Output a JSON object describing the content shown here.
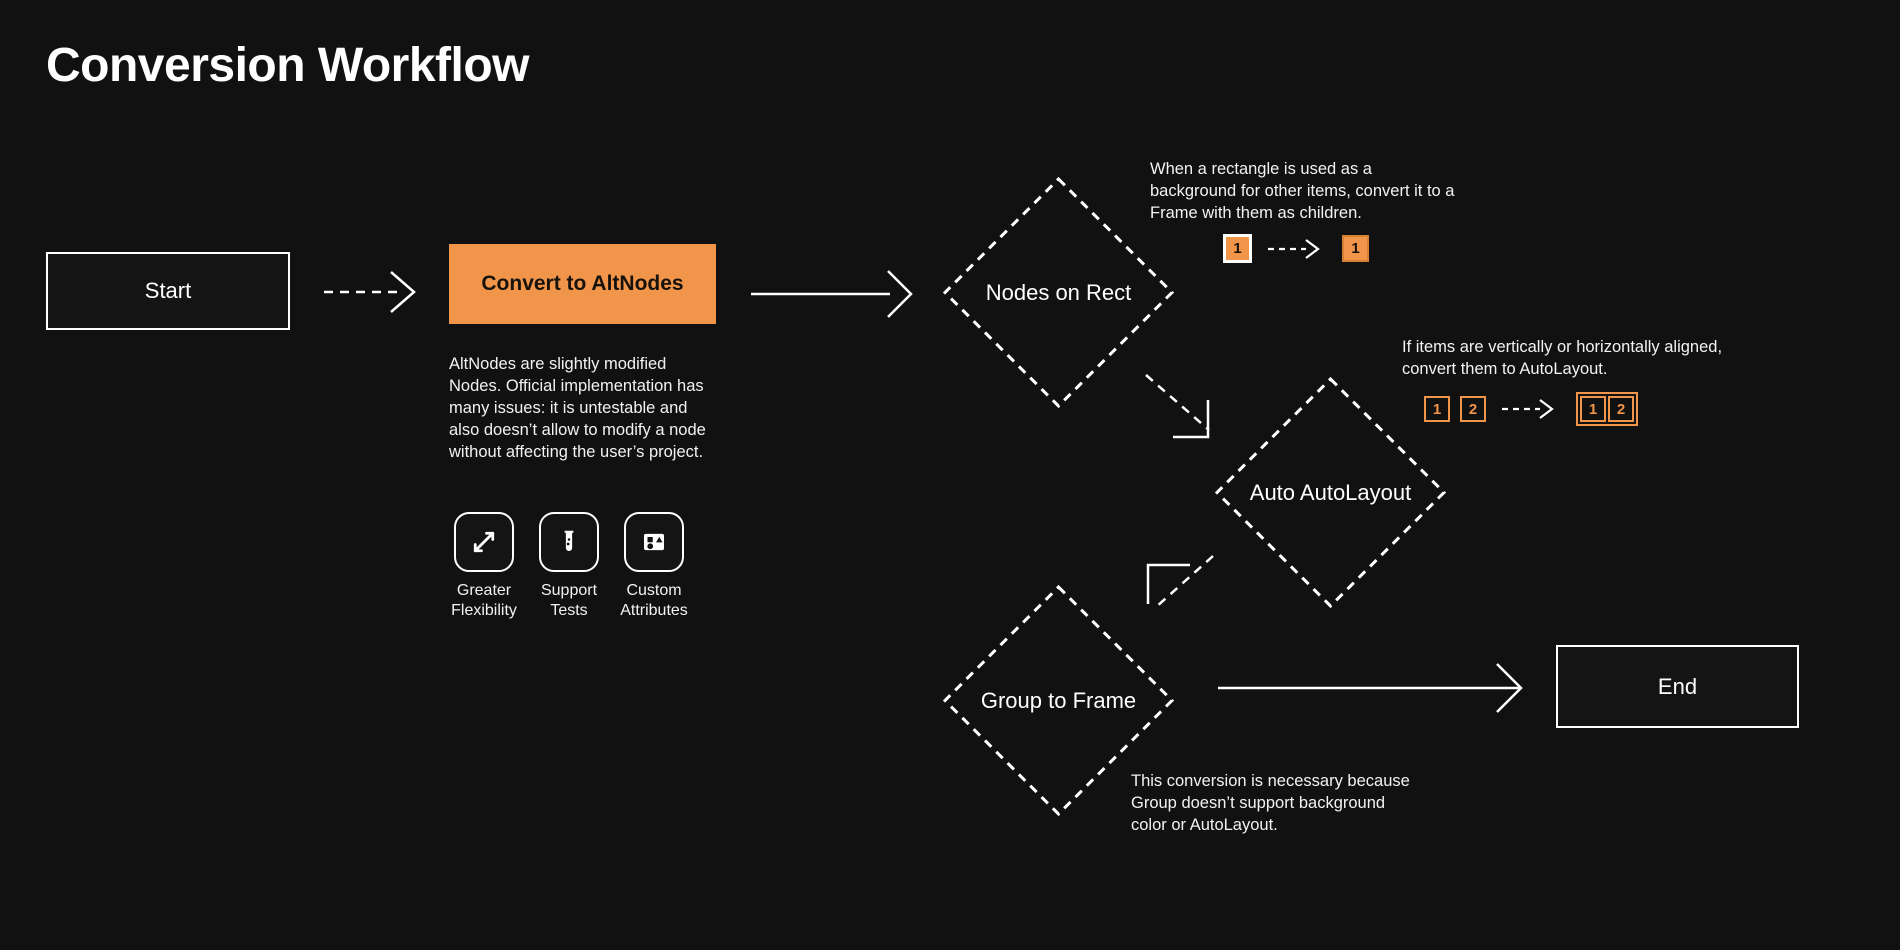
{
  "page": {
    "title": "Conversion Workflow",
    "background_color": "#111111",
    "accent_color": "#F0954A",
    "line_color": "#ffffff"
  },
  "nodes": {
    "start": {
      "label": "Start",
      "shape": "rectangle"
    },
    "convert": {
      "label": "Convert to AltNodes",
      "shape": "rectangle-filled"
    },
    "nodes_on_rect": {
      "label": "Nodes on Rect",
      "shape": "diamond"
    },
    "auto_autolayout": {
      "label": "Auto AutoLayout",
      "shape": "diamond"
    },
    "group_to_frame": {
      "label": "Group to Frame",
      "shape": "diamond"
    },
    "end": {
      "label": "End",
      "shape": "rectangle"
    }
  },
  "notes": {
    "altnodes": "AltNodes are slightly modified Nodes. Official implementation has many issues: it is untestable and also doesn’t allow to modify a node without affecting the user’s project.",
    "nodes_on_rect": "When a rectangle is used as a background for other items, convert it to a Frame with them as children.",
    "auto_autolayout": "If items are vertically or horizontally aligned, convert them to AutoLayout.",
    "group_to_frame": "This conversion is necessary because Group doesn’t support background color or AutoLayout."
  },
  "features": [
    {
      "icon": "expand-arrows-icon",
      "label": "Greater\nFlexibility"
    },
    {
      "icon": "test-tube-icon",
      "label": "Support\nTests"
    },
    {
      "icon": "shapes-icon",
      "label": "Custom\nAttributes"
    }
  ],
  "badge_diagrams": {
    "nodes_on_rect": {
      "before": [
        {
          "value": "1",
          "style": "filled-white-border"
        }
      ],
      "after": [
        {
          "value": "1",
          "style": "filled"
        }
      ],
      "arrow": "dashed"
    },
    "auto_autolayout": {
      "before": [
        {
          "value": "1",
          "style": "outline"
        },
        {
          "value": "2",
          "style": "outline"
        }
      ],
      "after": [
        {
          "value": "1",
          "style": "outline"
        },
        {
          "value": "2",
          "style": "outline"
        }
      ],
      "after_grouped": true,
      "arrow": "dashed"
    }
  },
  "connectors": [
    {
      "from": "start",
      "to": "convert",
      "style": "dashed"
    },
    {
      "from": "convert",
      "to": "nodes_on_rect",
      "style": "solid"
    },
    {
      "from": "nodes_on_rect",
      "to": "auto_autolayout",
      "style": "dashed-elbow"
    },
    {
      "from": "auto_autolayout",
      "to": "group_to_frame",
      "style": "dashed-elbow"
    },
    {
      "from": "group_to_frame",
      "to": "end",
      "style": "solid"
    }
  ]
}
